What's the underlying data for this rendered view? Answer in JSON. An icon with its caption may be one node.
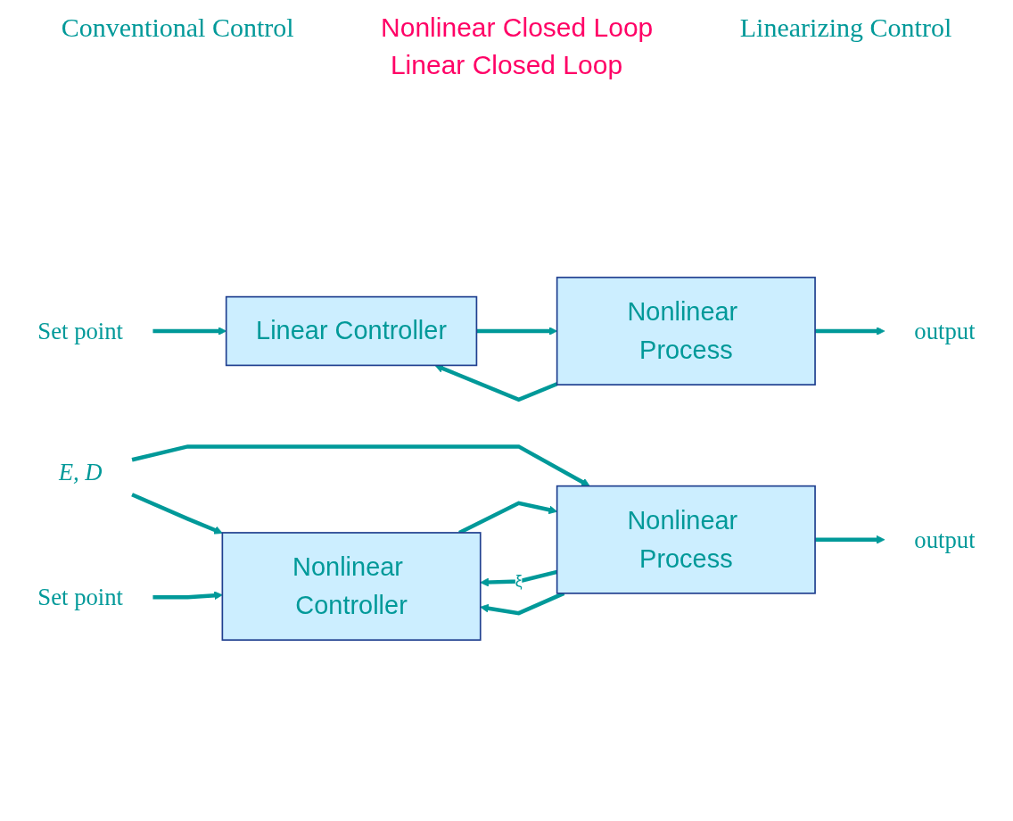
{
  "diagram": {
    "nodes": [
      {
        "text": [
          "Set point"
        ]
      },
      {
        "text": [
          "Linear Controller"
        ]
      },
      {
        "text": [
          "Nonlinear Process"
        ]
      },
      {
        "text": [
          "output"
        ]
      },
      {
        "text": [
          "E, D"
        ]
      },
      {
        "text": [
          "Set point"
        ]
      },
      {
        "text": [
          "Nonlinear Controller"
        ]
      },
      {
        "text": [
          "Nonlinear Process"
        ]
      },
      {
        "text": [
          "output"
        ]
      }
    ],
    "edges": [
      {
        "from": 0,
        "to": 1,
        "arrow": "to"
      },
      {
        "from": 1,
        "to": 2,
        "arrow": "to"
      },
      {
        "from": 2,
        "to": 3,
        "arrow": "to"
      },
      {
        "from": 2,
        "to": 1,
        "arrow": "to"
      },
      {
        "from": 4,
        "to": 6,
        "arrow": "to"
      },
      {
        "from": 4,
        "to": 7,
        "arrow": "to"
      },
      {
        "from": 5,
        "to": 6,
        "arrow": "to"
      },
      {
        "from": 6,
        "to": 7,
        "arrow": "to"
      },
      {
        "from": 7,
        "to": 8,
        "arrow": "to"
      },
      {
        "from": 7,
        "to": 6,
        "label": "ξ",
        "arrow": "to"
      },
      {
        "from": 7,
        "to": 6,
        "arrow": "to"
      }
    ],
    "labels": [
      "Conventional Control",
      "Nonlinear Closed Loop",
      "Linearizing Control",
      "Linear Closed Loop"
    ]
  }
}
